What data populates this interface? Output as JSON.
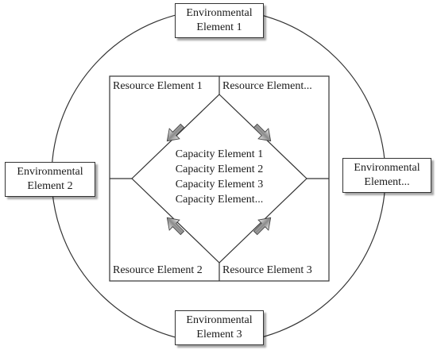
{
  "environmental_elements": [
    {
      "line1": "Environmental",
      "line2": "Element 1"
    },
    {
      "line1": "Environmental",
      "line2": "Element 2"
    },
    {
      "line1": "Environmental",
      "line2": "Element..."
    },
    {
      "line1": "Environmental",
      "line2": "Element 3"
    }
  ],
  "resource_elements": [
    "Resource Element 1",
    "Resource Element...",
    "Resource Element 2",
    "Resource Element 3"
  ],
  "capacity_elements": [
    "Capacity Element 1",
    "Capacity Element 2",
    "Capacity Element 3",
    "Capacity Element..."
  ]
}
